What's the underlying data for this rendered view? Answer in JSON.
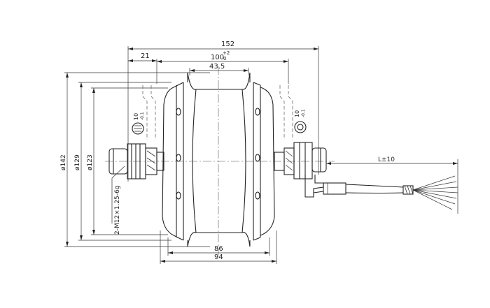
{
  "dimensions": {
    "overall_width": "152",
    "flange_offset": "21",
    "hub_width": "100",
    "hub_width_tol_upper": "+2",
    "hub_width_tol_lower": "0",
    "rim_width": "43.5",
    "dia_outer": "ø142",
    "dia_middle": "ø129",
    "dia_inner": "ø123",
    "thread": "2-M12×1.25-6g",
    "slot_left": "10",
    "slot_left_tol": "-0.1",
    "slot_right": "10",
    "slot_right_tol": "-0.1",
    "dim_86": "86",
    "dim_94": "94",
    "cable_length": "L±10"
  },
  "colors": {
    "line": "#222222",
    "background": "#ffffff"
  }
}
